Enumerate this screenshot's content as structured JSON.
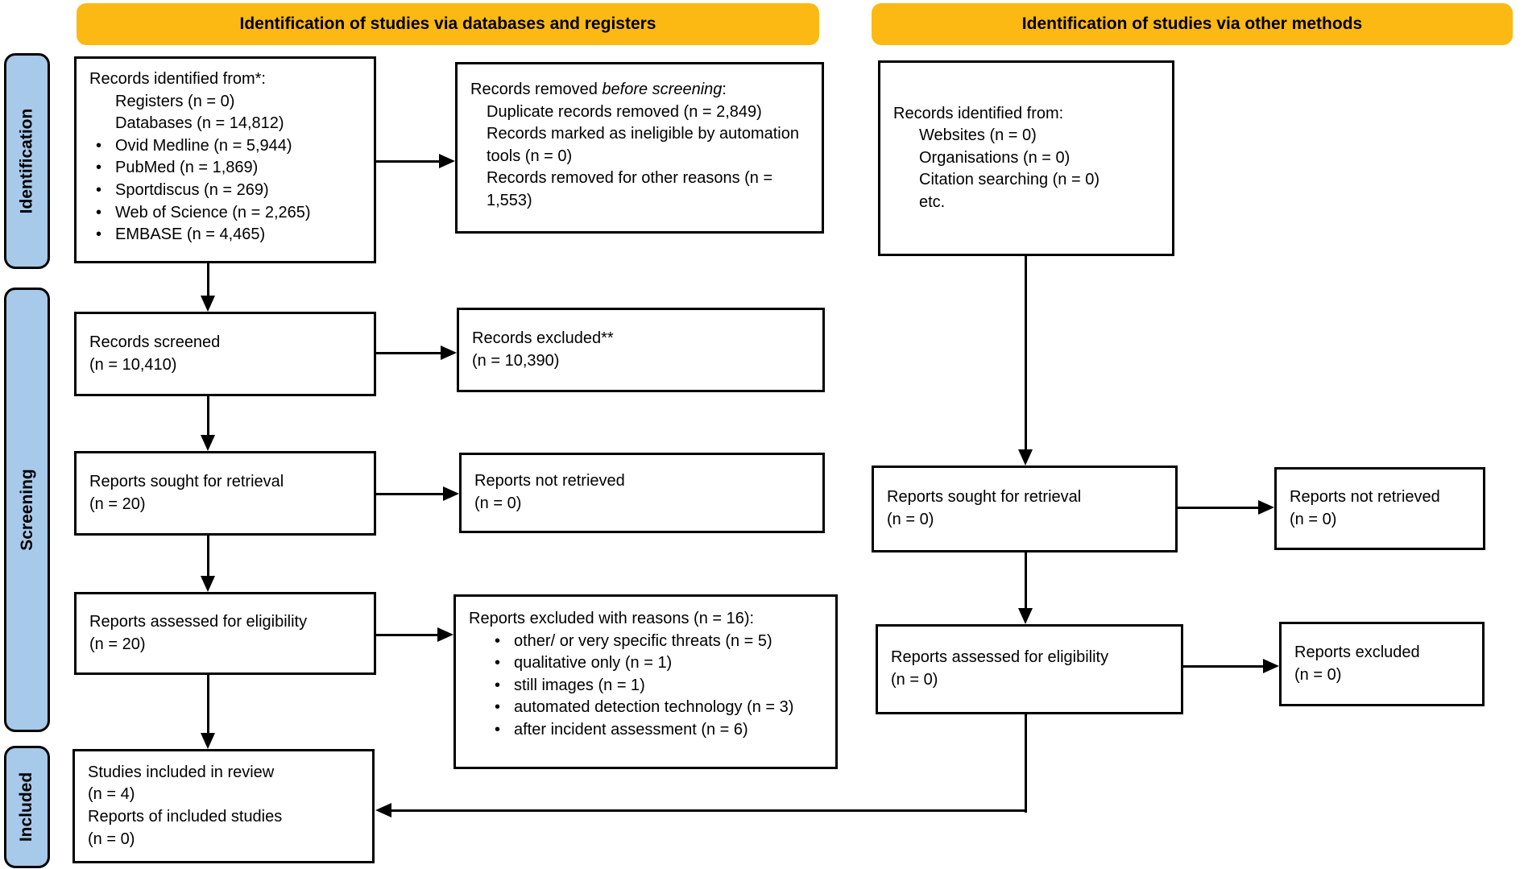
{
  "colors": {
    "banner": "#FDB913",
    "stage": "#A7C9EA",
    "line": "#000000",
    "background": "#FFFFFF"
  },
  "banners": {
    "databases": "Identification of studies via databases and registers",
    "other": "Identification of studies via other methods"
  },
  "stages": {
    "identification": "Identification",
    "screening": "Screening",
    "included": "Included"
  },
  "boxes": {
    "records_identified_databases": {
      "title": "Records identified from*:",
      "indent_items": [
        "Registers (n = 0)",
        "Databases (n = 14,812)"
      ],
      "bullet_items": [
        "Ovid Medline (n = 5,944)",
        "PubMed (n = 1,869)",
        "Sportdiscus (n = 269)",
        "Web of Science (n = 2,265)",
        "EMBASE (n = 4,465)"
      ]
    },
    "records_removed": {
      "title_prefix": "Records removed ",
      "title_italic": "before screening",
      "title_suffix": ":",
      "indent_items": [
        "Duplicate records removed (n = 2,849)",
        "Records marked as ineligible by automation tools (n = 0)",
        "Records removed for other reasons (n = 1,553)"
      ]
    },
    "records_screened": {
      "lines": [
        "Records screened",
        "(n = 10,410)"
      ]
    },
    "records_excluded": {
      "lines": [
        "Records excluded**",
        "(n = 10,390)"
      ]
    },
    "reports_sought_databases": {
      "lines": [
        "Reports sought for retrieval",
        "(n = 20)"
      ]
    },
    "reports_not_retrieved_databases": {
      "lines": [
        "Reports not retrieved",
        "(n = 0)"
      ]
    },
    "reports_assessed_databases": {
      "lines": [
        "Reports assessed for eligibility",
        "(n = 20)"
      ]
    },
    "reports_excluded_reasons": {
      "title": "Reports excluded with reasons (n = 16):",
      "bullet_items": [
        "other/ or very specific threats (n = 5)",
        "qualitative only (n = 1)",
        "still images (n = 1)",
        "automated detection technology (n = 3)",
        "after incident assessment (n = 6)"
      ]
    },
    "studies_included": {
      "lines": [
        "Studies included in review",
        "(n = 4)",
        "Reports of included studies",
        "(n = 0)"
      ]
    },
    "records_identified_other": {
      "title": "Records identified from:",
      "indent_items": [
        "Websites (n = 0)",
        "Organisations (n = 0)",
        "Citation searching (n = 0)",
        "etc."
      ]
    },
    "reports_sought_other": {
      "lines": [
        "Reports sought for retrieval",
        "(n = 0)"
      ]
    },
    "reports_not_retrieved_other": {
      "lines": [
        "Reports not retrieved",
        "(n = 0)"
      ]
    },
    "reports_assessed_other": {
      "lines": [
        "Reports assessed for eligibility",
        "(n = 0)"
      ]
    },
    "reports_excluded_other": {
      "lines": [
        "Reports excluded",
        "(n = 0)"
      ]
    }
  }
}
